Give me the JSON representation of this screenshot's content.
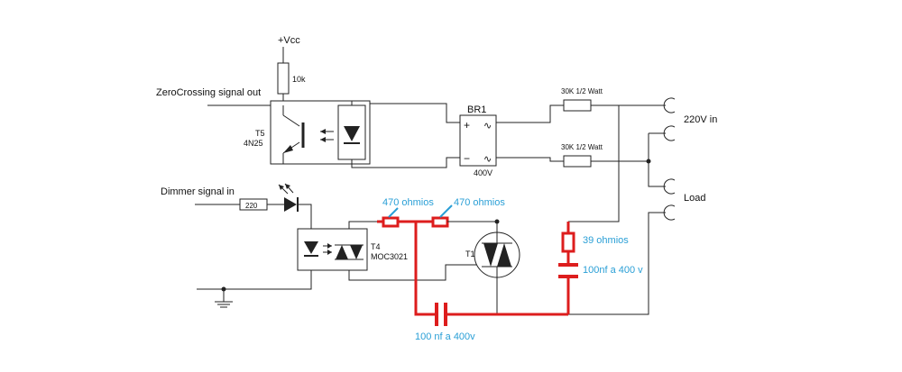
{
  "labels": {
    "vcc": "+Vcc",
    "r_10k": "10k",
    "zero_crossing": "ZeroCrossing signal out",
    "t5_name": "T5",
    "t5_part": "4N25",
    "br1_name": "BR1",
    "br1_plus": "+",
    "br1_minus": "−",
    "br1_ac": "∿",
    "br1_rating": "400V",
    "r_30k_top": "30K 1/2 Watt",
    "r_30k_bottom": "30K 1/2 Watt",
    "v_in": "220V in",
    "load": "Load",
    "dimmer_signal": "Dimmer signal in",
    "r_220": "220",
    "t4_name": "T4",
    "t4_part": "MOC3021",
    "t1_name": "T1"
  },
  "annotations": {
    "r470_left": "470 ohmios",
    "r470_right": "470 ohmios",
    "r39": "39 ohmios",
    "cap_right": "100nf a 400 v",
    "cap_bottom": "100 nf a 400v"
  },
  "colors": {
    "wire": "#222222",
    "added_parts": "#dd1d1d",
    "annotation": "#2a9fd6"
  }
}
